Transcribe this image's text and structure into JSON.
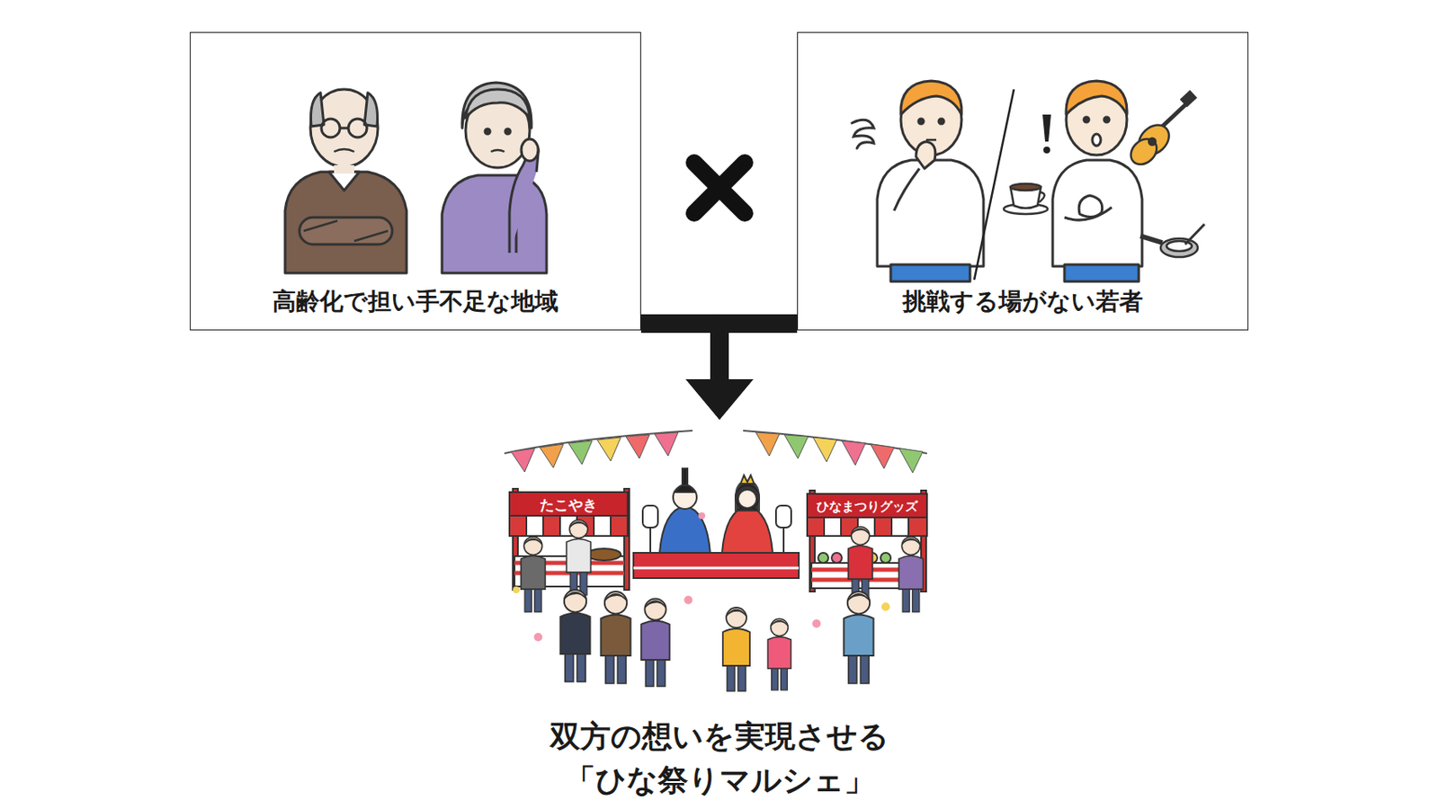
{
  "diagram": {
    "nodes": [
      {
        "text": [
          "高齢化で担い手不足な地域"
        ]
      },
      {
        "text": [
          "挑戦する場がない若者"
        ]
      },
      {
        "text": [
          "双方の想いを実現させる 「ひな祭りマルシェ」"
        ]
      }
    ],
    "edges": [
      {
        "from": 0,
        "to": 2,
        "arrow": "to"
      },
      {
        "from": 1,
        "to": 2,
        "arrow": "to"
      }
    ],
    "labels": [
      "たこやき",
      "ひなまつりグッズ"
    ]
  }
}
